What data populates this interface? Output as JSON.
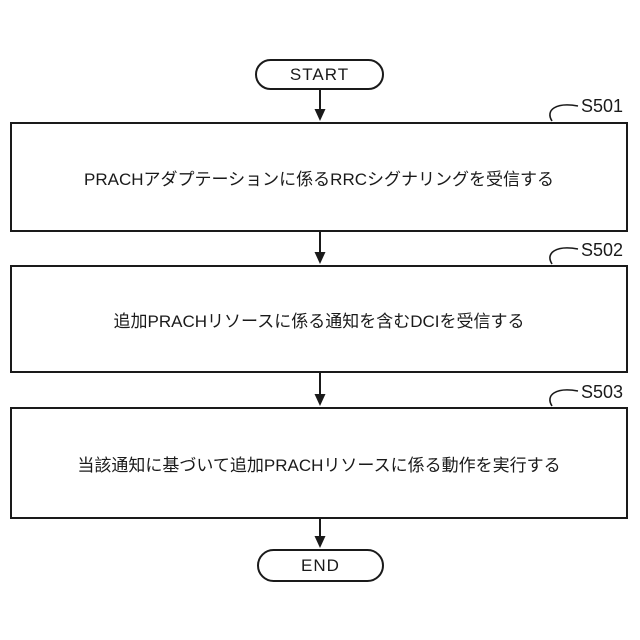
{
  "flowchart": {
    "start_label": "START",
    "end_label": "END",
    "steps": [
      {
        "id": "S501",
        "text": "PRACHアダプテーションに係るRRCシグナリングを受信する"
      },
      {
        "id": "S502",
        "text": "追加PRACHリソースに係る通知を含むDCIを受信する"
      },
      {
        "id": "S503",
        "text": "当該通知に基づいて追加PRACHリソースに係る動作を実行する"
      }
    ],
    "line_color": "#1a1a1a",
    "background_color": "#ffffff"
  }
}
